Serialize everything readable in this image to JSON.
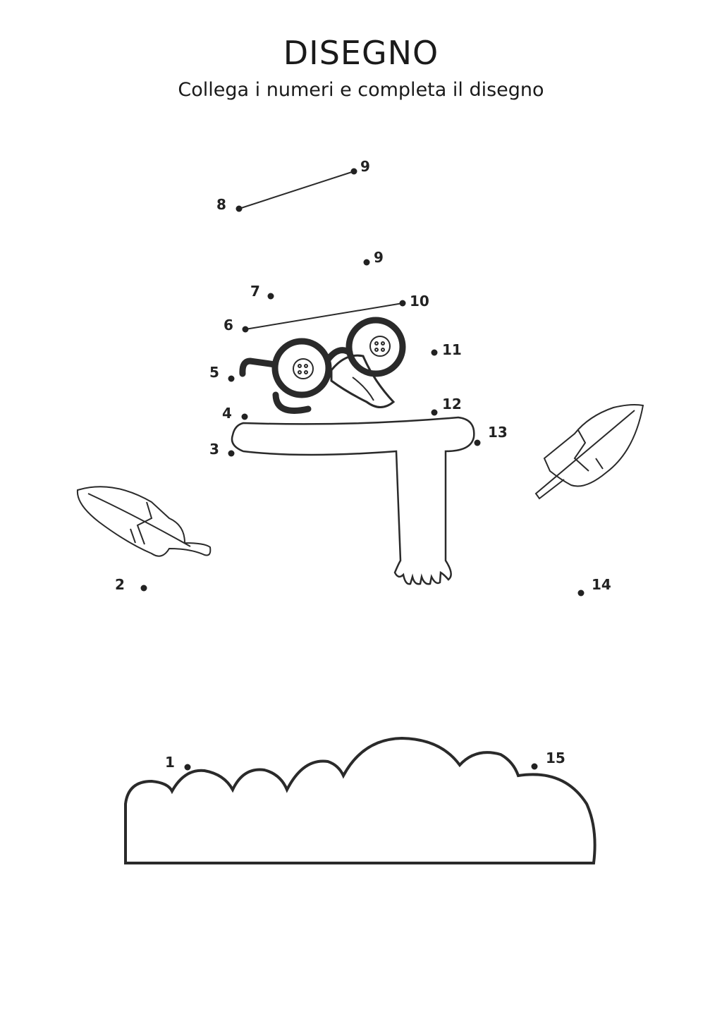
{
  "header": {
    "title": "DISEGNO",
    "subtitle": "Collega i numeri e completa il disegno"
  },
  "dots": {
    "d9a": "9",
    "d8": "8",
    "d9b": "9",
    "d7": "7",
    "d10": "10",
    "d6": "6",
    "d11": "11",
    "d5": "5",
    "d4": "4",
    "d12": "12",
    "d13": "13",
    "d3": "3",
    "d2": "2",
    "d14": "14",
    "d1": "1",
    "d15": "15"
  }
}
